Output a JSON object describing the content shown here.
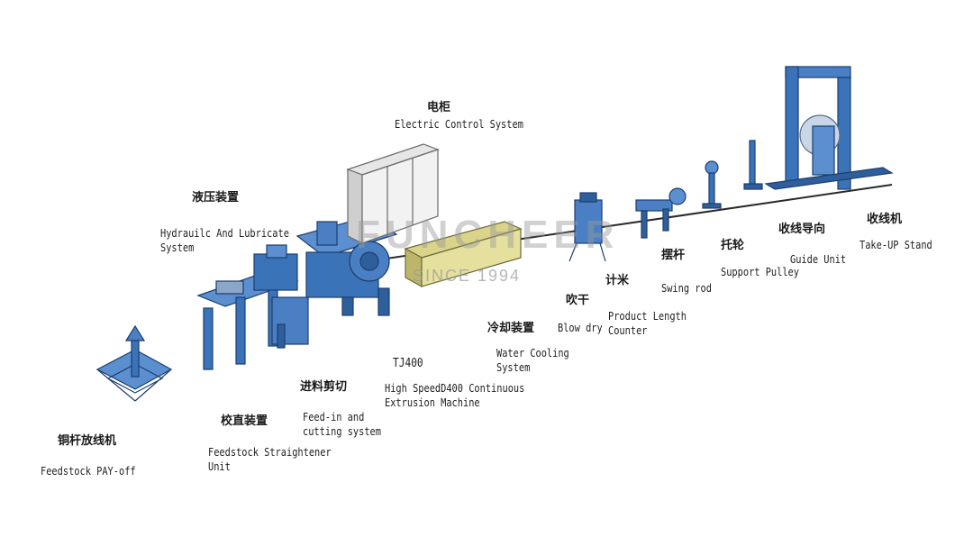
{
  "watermark": {
    "brand": "FUNCHEER",
    "since": "SINCE 1994"
  },
  "labels": {
    "electric": {
      "zh": "电柜",
      "en": "Electric Control System"
    },
    "hydraulic": {
      "zh": "液压装置",
      "en": "Hydrauilc And Lubricate\nSystem"
    },
    "payoff": {
      "zh": "铜杆放线机",
      "en": "Feedstock PAY-off"
    },
    "straightener": {
      "zh": "校直装置",
      "en": "Feedstock Straightener\nUnit"
    },
    "feedin": {
      "zh": "进料剪切",
      "en": "Feed-in and\ncutting system"
    },
    "extrusion": {
      "code": "TJ400",
      "en": "High SpeedD400 Continuous\nExtrusion Machine"
    },
    "cooling": {
      "zh": "冷却装置",
      "en": "Water Cooling\nSystem"
    },
    "blowdry": {
      "zh": "吹干",
      "en": "Blow dry"
    },
    "counter": {
      "zh": "计米",
      "en": "Product Length\nCounter"
    },
    "swing": {
      "zh": "摆杆",
      "en": "Swing rod"
    },
    "pulley": {
      "zh": "托轮",
      "en": "Support Pulley"
    },
    "guide": {
      "zh": "收线导向",
      "en": "Guide Unit"
    },
    "takeup": {
      "zh": "收线机",
      "en": "Take-UP Stand"
    }
  }
}
